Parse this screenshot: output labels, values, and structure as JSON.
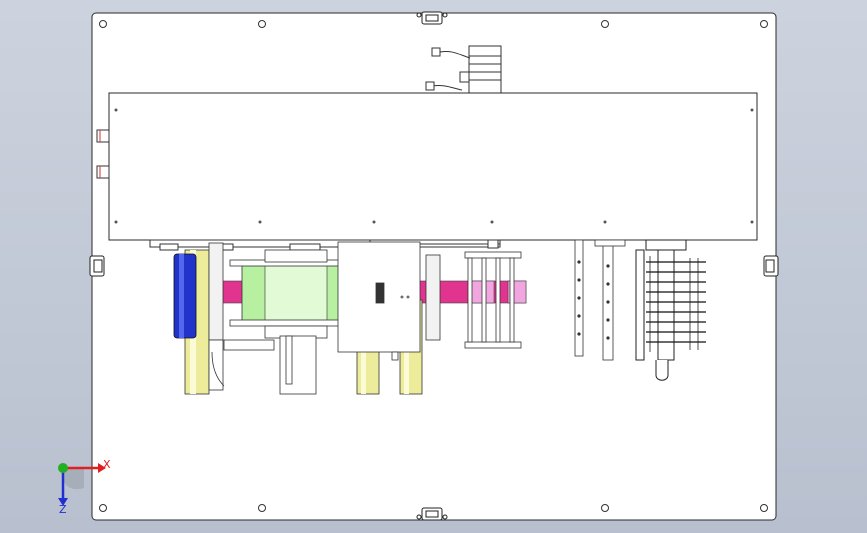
{
  "view": {
    "background_top": "#cdd3de",
    "background_bottom": "#b8c0cf"
  },
  "colors": {
    "plate": "#ffffff",
    "outline": "#2a2a2a",
    "roller_yellow": "#ecec9a",
    "roller_blue": "#2233cc",
    "drum_green": "#b6f0a0",
    "band_magenta": "#e0348f",
    "band_pink": "#f2a6e0",
    "axis_x": "#e02020",
    "axis_y": "#20b020",
    "axis_z": "#2030d0"
  },
  "triad": {
    "x_label": "X",
    "z_label": "Z"
  },
  "icons": [
    "ground-mount-icon-top",
    "ground-mount-icon-bottom",
    "ground-mount-icon-left",
    "ground-mount-icon-right",
    "coordinate-triad-icon"
  ]
}
